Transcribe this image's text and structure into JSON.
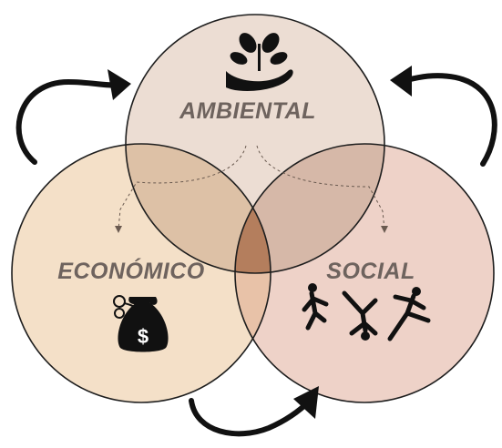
{
  "diagram": {
    "labels": {
      "ambiental": "AMBIENTAL",
      "economico": "ECONÓMICO",
      "social": "SOCIAL"
    },
    "colors": {
      "ambiental_fill": "#ecddd3",
      "economico_fill": "#f4e0c8",
      "social_fill": "#eed2c8",
      "amb_eco_overlap": "#ddc1a6",
      "amb_soc_overlap": "#d6b8a8",
      "eco_soc_overlap": "#e8c2a8",
      "center_overlap": "#b47e5d",
      "label_text": "#6e635e",
      "outline": "#1e1e1e"
    },
    "icons": [
      "hand-plant-icon",
      "money-bag-icon",
      "people-activity-icon",
      "cycle-arrow-icon"
    ]
  }
}
